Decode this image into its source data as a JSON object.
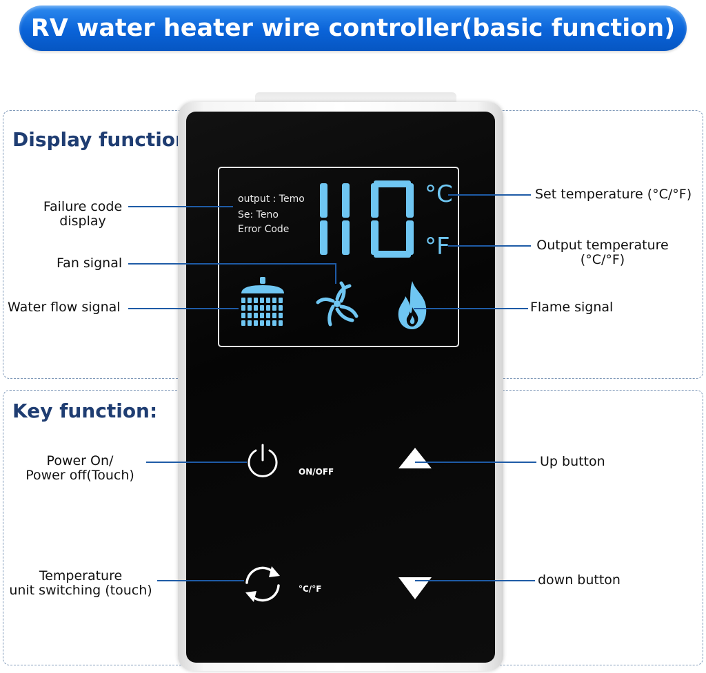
{
  "title": "RV water heater wire controller(basic function)",
  "sections": {
    "display": "Display function:",
    "key": "Key function:"
  },
  "lcd": {
    "line1": "output : Temo",
    "line2": "Se: Teno",
    "line3": "Error Code",
    "temp_value": "110",
    "unit_c": "°C",
    "unit_f": "°F"
  },
  "keys": {
    "onoff": "ON/OFF",
    "cf": "°C/°F"
  },
  "labels": {
    "failure_code_l1": "Failure code",
    "failure_code_l2": "display",
    "fan_signal": "Fan signal",
    "water_flow_signal": "Water flow signal",
    "set_temperature": "Set temperature (°C/°F)",
    "output_temp_l1": "Output temperature",
    "output_temp_l2": "(°C/°F)",
    "flame_signal": "Flame signal",
    "power_l1": "Power On/",
    "power_l2": "Power off(Touch)",
    "temp_unit_l1": "Temperature",
    "temp_unit_l2": "unit switching (touch)",
    "up_button": "Up button",
    "down_button": "down button"
  },
  "colors": {
    "banner": "#0a63d8",
    "section_title": "#1f3d72",
    "leader": "#1e5ba6",
    "lcd_blue": "#6fc6f2"
  }
}
